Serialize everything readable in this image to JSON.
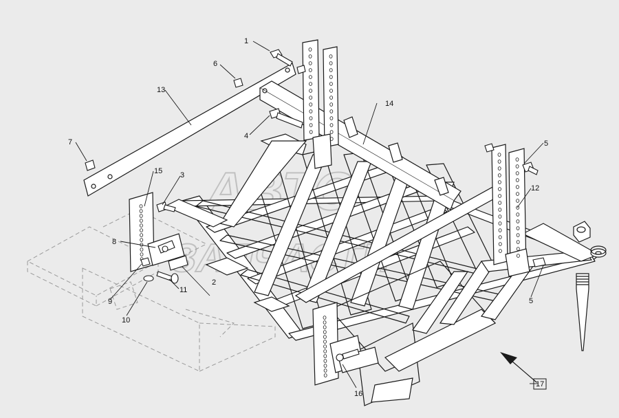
{
  "colors": {
    "background": "#ebebeb",
    "line": "#1a1a1a",
    "fill": "#ffffff",
    "ghost": "#9a9a9a",
    "watermark": "#bdbdbd"
  },
  "watermark": {
    "line1": "АВТО",
    "line2": "ЗАПЧАСТИ"
  },
  "callouts": [
    "1",
    "2",
    "3",
    "4",
    "5",
    "5",
    "6",
    "7",
    "8",
    "9",
    "10",
    "11",
    "12",
    "13",
    "14",
    "15",
    "16"
  ],
  "ref_box": "17"
}
